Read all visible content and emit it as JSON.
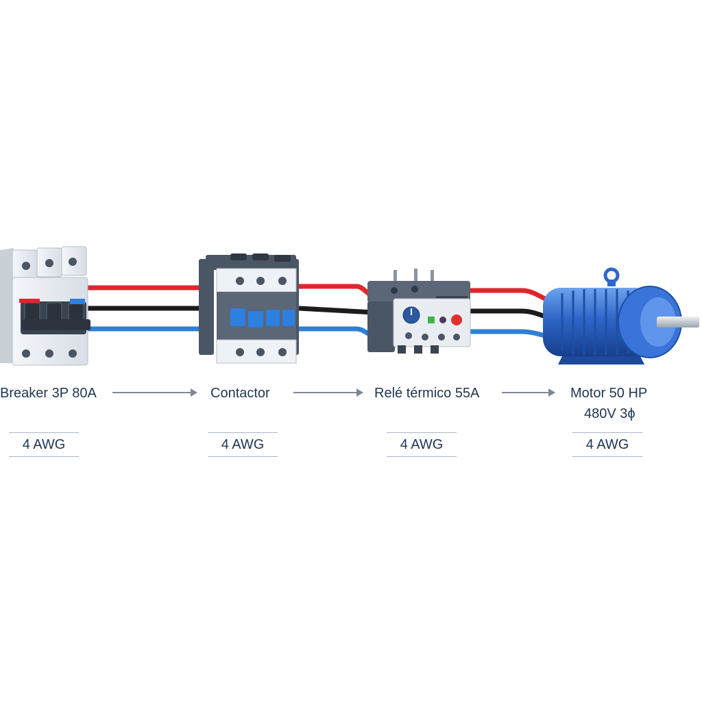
{
  "components": [
    {
      "label": "Breaker 3P 80A",
      "gauge": "4 AWG"
    },
    {
      "label": "Contactor",
      "gauge": "4 AWG"
    },
    {
      "label": "Relé térmico 55A",
      "gauge": "4 AWG"
    },
    {
      "label": "Motor 50 HP",
      "label_line2": "480V 3ϕ",
      "gauge": "4 AWG"
    }
  ],
  "wire_colors": {
    "phase_a": "#e0262c",
    "phase_b": "#1c1c1c",
    "phase_c": "#2f7fd6"
  },
  "device_colors": {
    "housing": "#e9edf2",
    "dark_body": "#4b5665",
    "accent_blue": "#2d7fe0",
    "motor_blue": "#2f66c8"
  }
}
